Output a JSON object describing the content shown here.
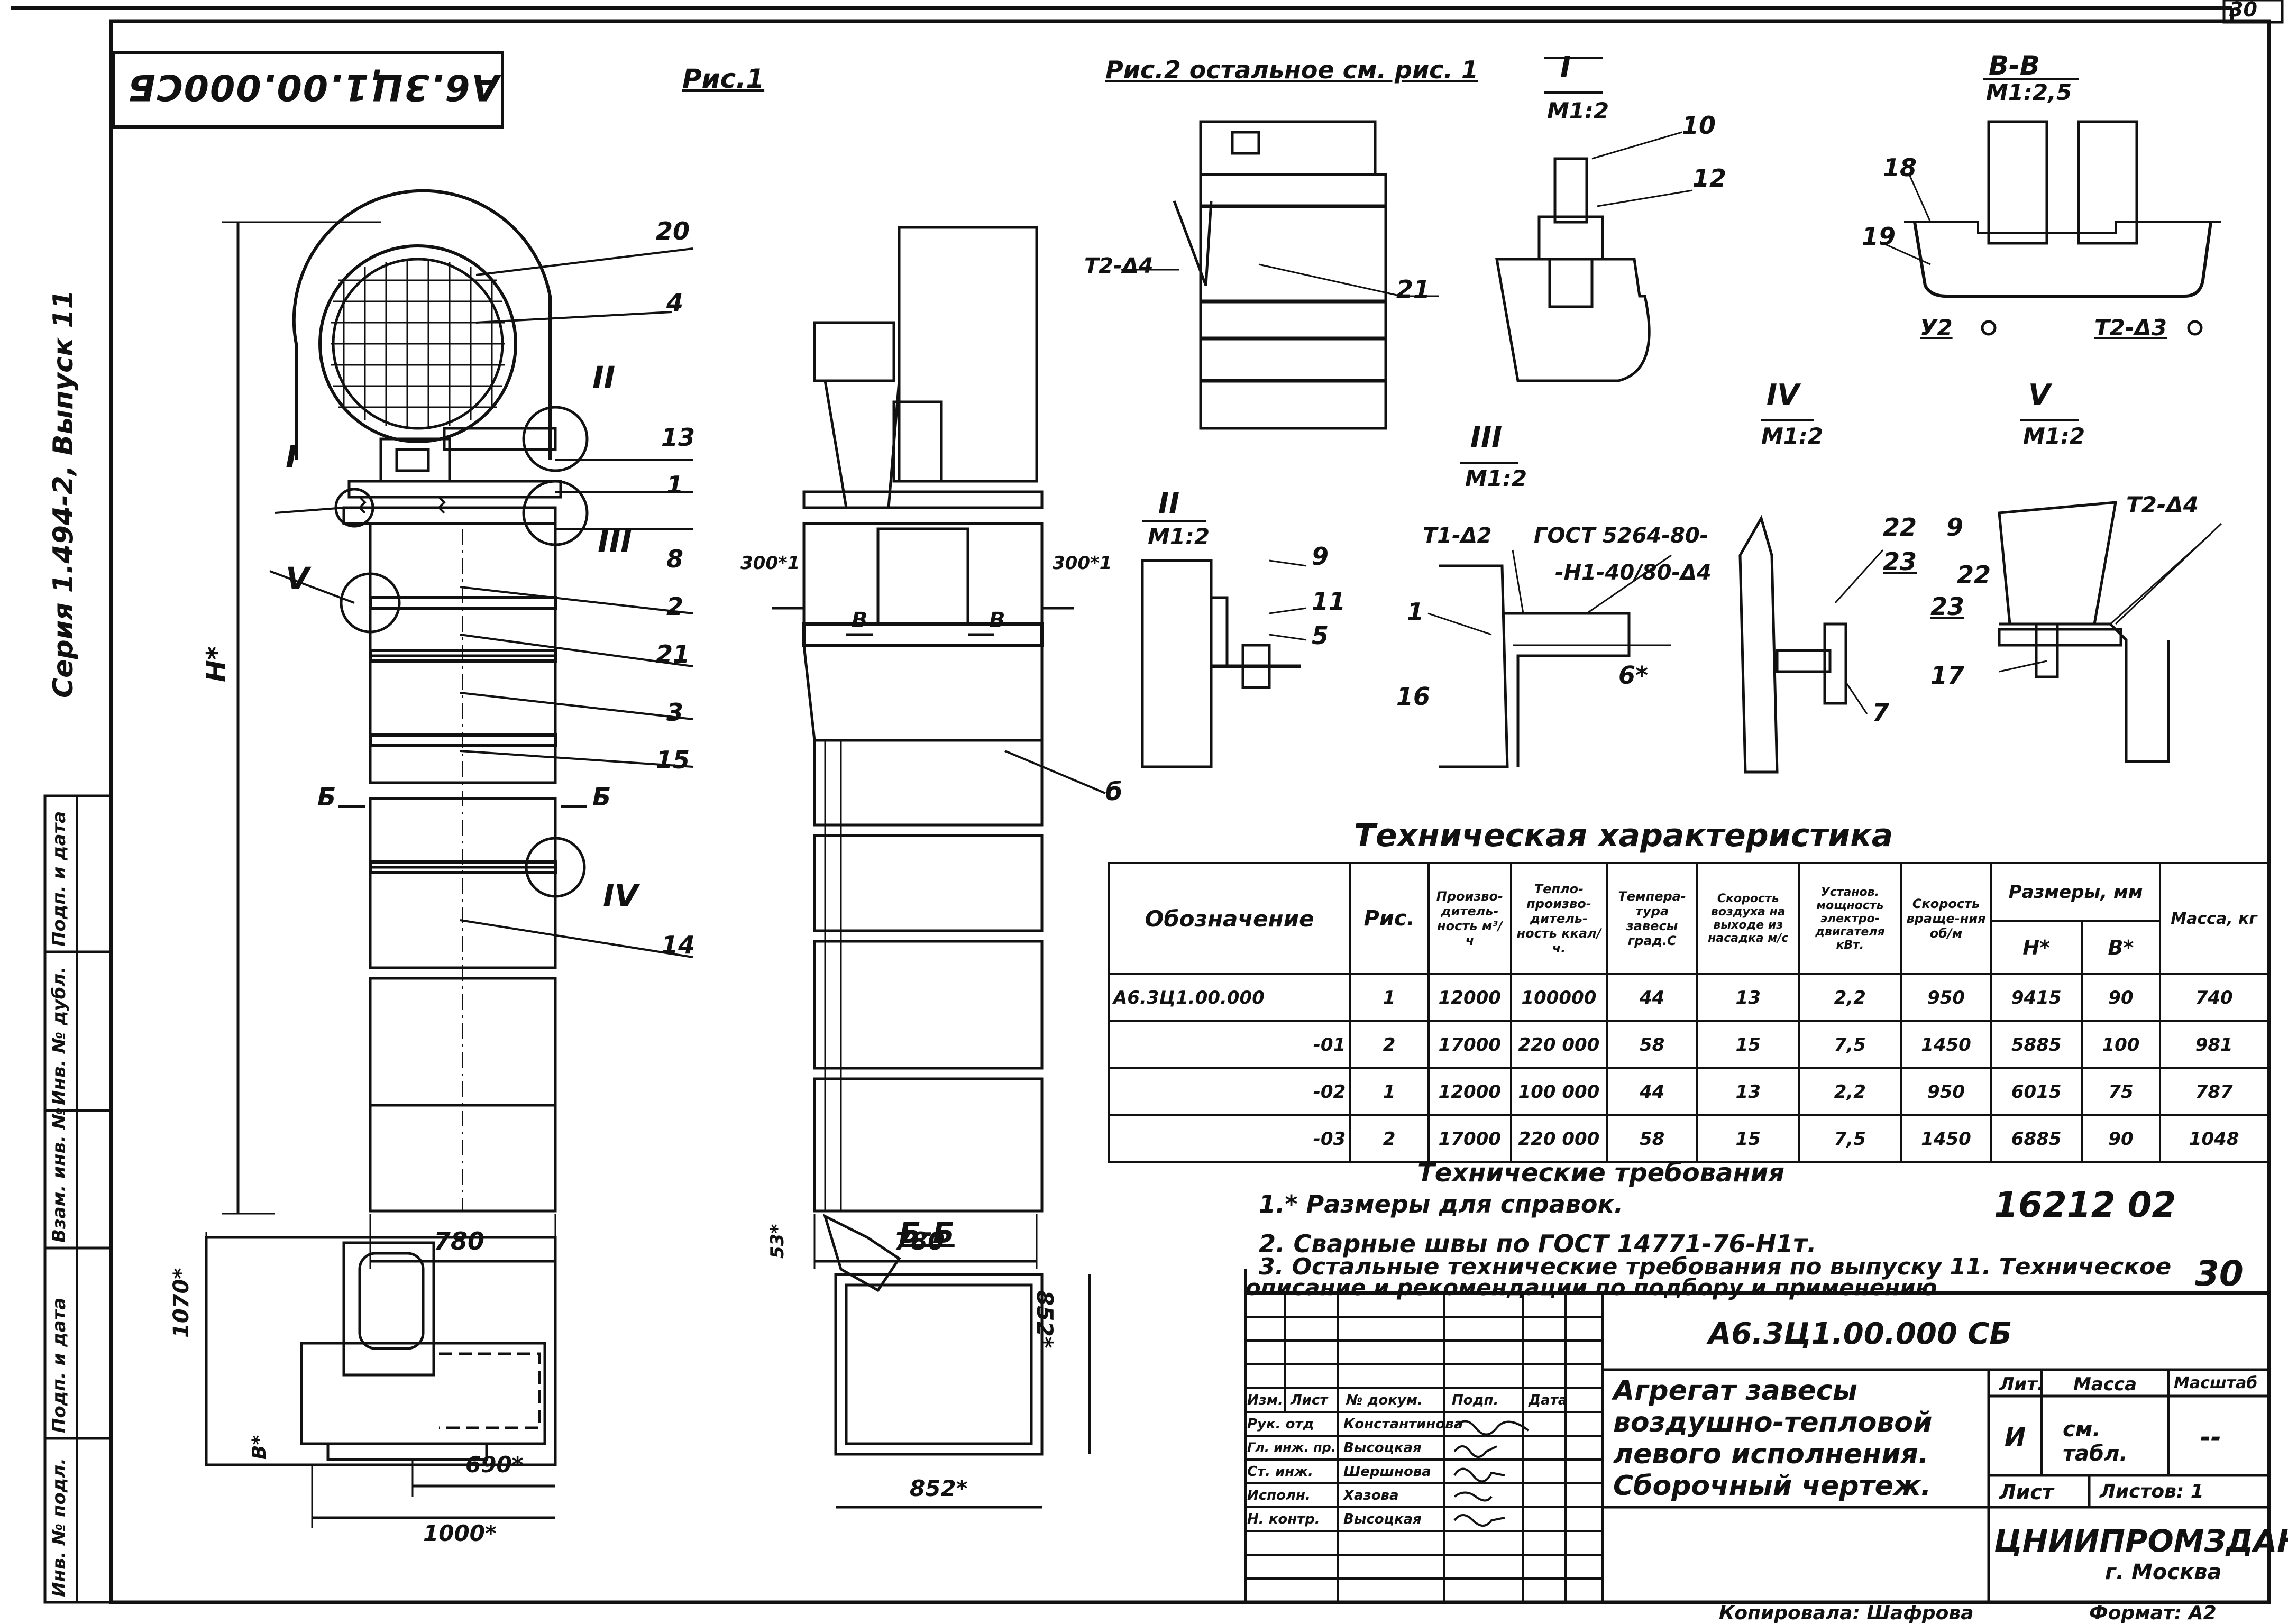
{
  "sheet": {
    "sheet_number_corner": "30",
    "designation_stamp": "А6.3Ц1.00.000СБ",
    "series_vertical": "Серия 1.494-2, Выпуск 11",
    "side_table_labels": [
      "Инв. № подл.",
      "Подп. и дата",
      "Взам. инв. №",
      "Инв. № дубл.",
      "Подп. и дата"
    ]
  },
  "views": {
    "fig1": "Рис.1",
    "fig2": "Рис.2 остальное см. рис. 1",
    "detail_I": "I",
    "detail_I_scale": "М1:2",
    "detail_II": "II",
    "detail_II_scale": "М1:2",
    "detail_III": "III",
    "detail_III_scale": "М1:2",
    "detail_IV": "IV",
    "detail_IV_scale": "М1:2",
    "detail_V": "V",
    "detail_V_scale": "М1:2",
    "section_BB": "В-В",
    "section_BB_scale": "М1:2,5",
    "section_66": "Б-Б"
  },
  "callouts": {
    "c20": "20",
    "c4": "4",
    "cII": "II",
    "c13": "13",
    "c1": "1",
    "cI": "I",
    "cIII": "III",
    "c8": "8",
    "cV": "V",
    "c2": "2",
    "c21": "21",
    "c3": "3",
    "c15": "15",
    "cB1": "Б",
    "cB2": "Б",
    "cIV": "IV",
    "c14": "14",
    "c6": "б",
    "c21b": "21",
    "t2d4": "Т2-Δ4",
    "d10": "10",
    "d12": "12",
    "d18": "18",
    "d19": "19",
    "d42": "У2",
    "t2d3": "Т2-Δ3",
    "d9": "9",
    "d11": "11",
    "d5": "5",
    "t1d2": "Т1-Δ2",
    "gost": "ГОСТ 5264-80-",
    "weld": "-Н1-40/80-Δ4",
    "d1": "1",
    "d16": "16",
    "d6": "6*",
    "d22": "22",
    "d23": "23",
    "d7": "7",
    "d9b": "9",
    "d22b": "22",
    "d23b": "23",
    "d17": "17",
    "t2d4b": "Т2-Δ4",
    "b1": "В",
    "b2": "В",
    "r300a": "300*1",
    "r300b": "300*1",
    "h": "Н*",
    "w780a": "780",
    "w780b": "780",
    "d1070": "1070*",
    "d690": "690*",
    "d1000": "1000*",
    "d852a": "852*",
    "d852b": "852*",
    "d8": "В*",
    "d5b": "53*"
  },
  "tech_table": {
    "title": "Техническая характеристика",
    "headers": {
      "designation": "Обозначение",
      "fig": "Рис.",
      "capacity": "Произво-дитель-ность м³/ч",
      "heat": "Тепло-произво-дитель-ность ккал/ч.",
      "temp": "Темпера-тура завесы град.С",
      "speed": "Скорость воздуха на выходе из насадка м/с",
      "power": "Установ. мощность электро-двигателя кВт.",
      "rpm": "Скорость враще-ния об/м",
      "dims": "Размеры, мм",
      "h": "Н*",
      "b": "В*",
      "mass": "Масса, кг"
    },
    "rows": [
      [
        "А6.3Ц1.00.000",
        "1",
        "12000",
        "100000",
        "44",
        "13",
        "2,2",
        "950",
        "9415",
        "90",
        "740"
      ],
      [
        "-01",
        "2",
        "17000",
        "220 000",
        "58",
        "15",
        "7,5",
        "1450",
        "5885",
        "100",
        "981"
      ],
      [
        "-02",
        "1",
        "12000",
        "100 000",
        "44",
        "13",
        "2,2",
        "950",
        "6015",
        "75",
        "787"
      ],
      [
        "-03",
        "2",
        "17000",
        "220 000",
        "58",
        "15",
        "7,5",
        "1450",
        "6885",
        "90",
        "1048"
      ]
    ]
  },
  "requirements": {
    "title": "Технические требования",
    "r1": "1.* Размеры для справок.",
    "r2": "2. Сварные швы по ГОСТ 14771-76-Н1т.",
    "r3a": "3. Остальные технические требования по выпуску 11. Техническое",
    "r3b": "описание и рекомендации по подбору и применению."
  },
  "extra_numbers": {
    "code": "16212 02",
    "page": "30"
  },
  "title_block": {
    "doc_number": "А6.3Ц1.00.000 СБ",
    "name_line1": "Агрегат завесы",
    "name_line2": "воздушно-тепловой",
    "name_line3": "левого исполнения.",
    "name_line4": "Сборочный чертеж.",
    "col_lit": "Лит.",
    "col_mass": "Масса",
    "col_scale": "Масштаб",
    "lit_val": "И",
    "mass_val": "см. табл.",
    "scale_val": "--",
    "sheet_label": "Лист",
    "sheets_label": "Листов: 1",
    "org": "ЦНИИПРОМЗДАНИЙ",
    "city": "г. Москва",
    "head_row": [
      "Изм.",
      "Лист",
      "№ докум.",
      "Подп.",
      "Дата"
    ],
    "people": [
      [
        "Рук. отд",
        "Константинова"
      ],
      [
        "Гл. инж. пр.",
        "Высоцкая"
      ],
      [
        "Ст. инж.",
        "Шершнова"
      ],
      [
        "Исполн.",
        "Хазова"
      ],
      [
        "Н. контр.",
        "Высоцкая"
      ]
    ],
    "copied": "Копировала: Шафрова",
    "format": "Формат: А2"
  }
}
